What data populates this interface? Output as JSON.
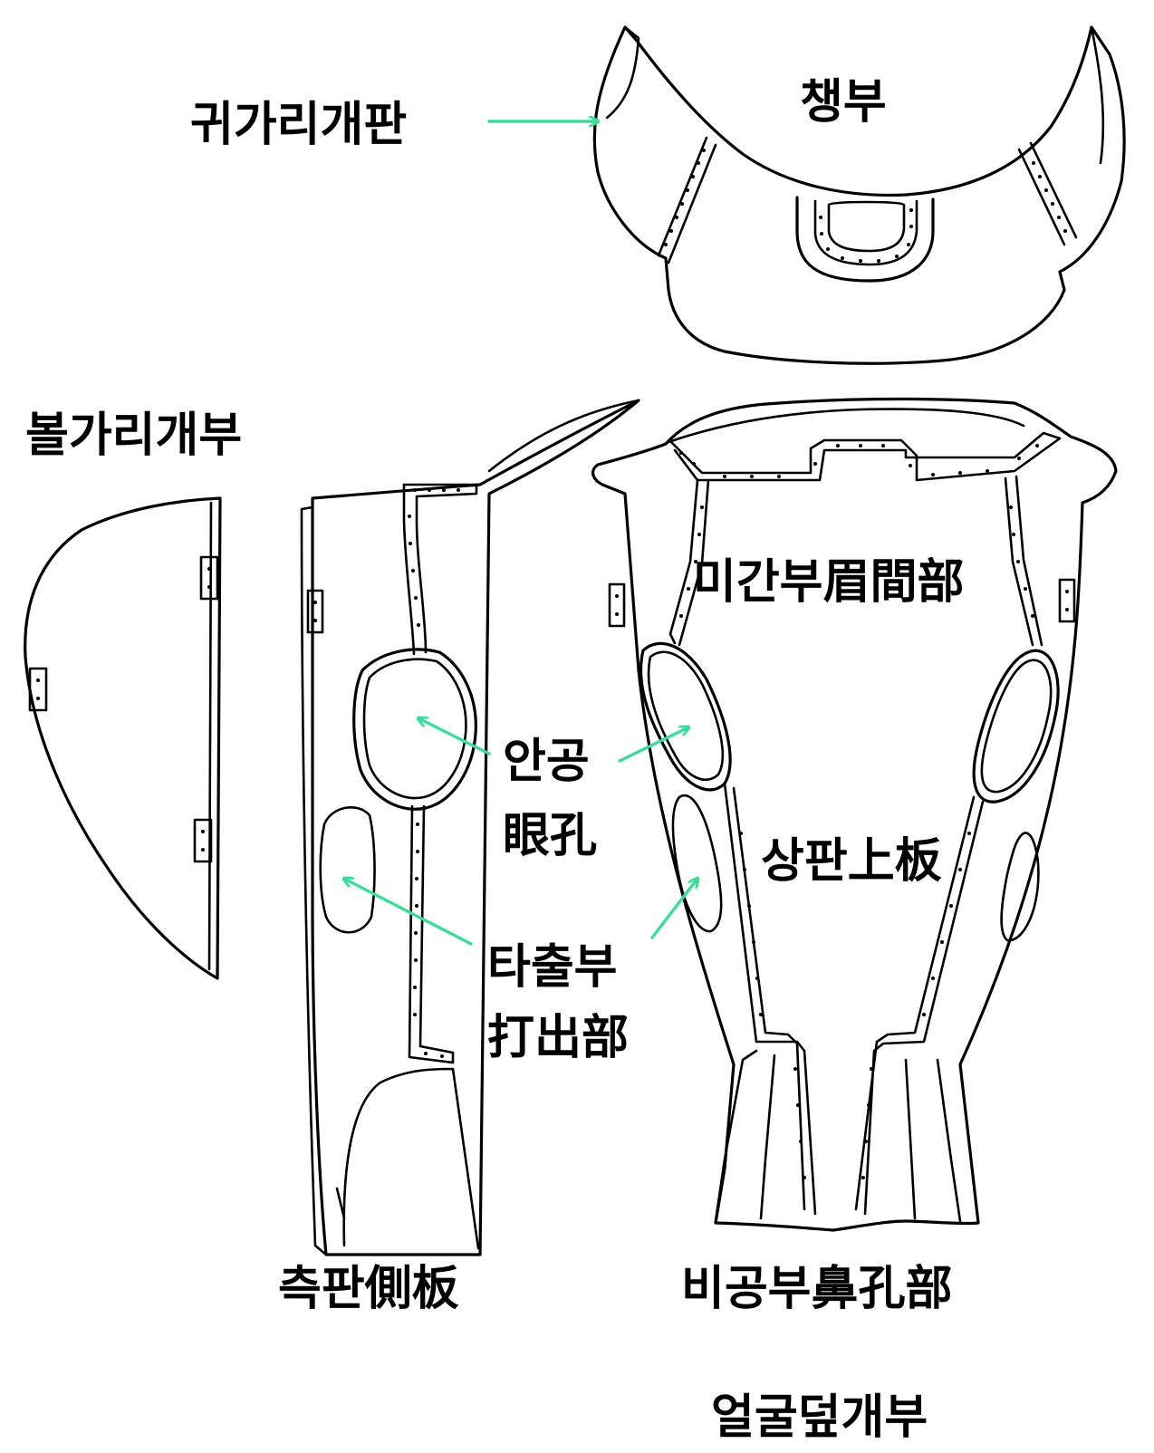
{
  "labels": {
    "ear_flap": "귀가리개판",
    "visor": "챙부",
    "cheek_guard": "볼가리개부",
    "brow": "미간부眉間部",
    "eye_hole_kr": "안공",
    "eye_hole_hanja": "眼孔",
    "upper_plate": "상판上板",
    "strike_kr": "타출부",
    "strike_hanja": "打出部",
    "side_plate": "측판側板",
    "nose_part": "비공부鼻孔部",
    "face_cover": "얼굴덮개부"
  },
  "colors": {
    "line": "#000000",
    "arrow": "#3ddc9a",
    "background": "#ffffff"
  }
}
